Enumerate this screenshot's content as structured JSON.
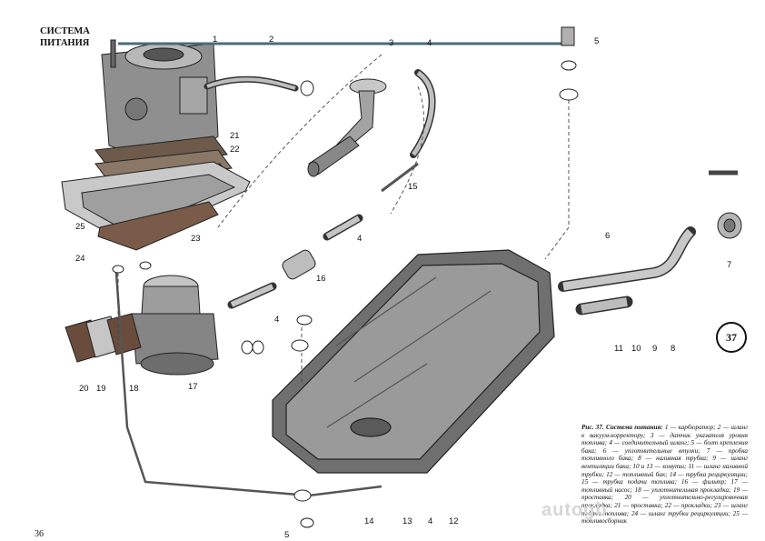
{
  "page": {
    "title_line1": "СИСТЕМА",
    "title_line2": "ПИТАНИЯ",
    "page_number": "36",
    "figure_badge": "37"
  },
  "caption": {
    "title": "Рис. 37. Система питания:",
    "body": "1 — карбюратор; 2 — шланг к вакуум-корректору; 3 — датчик указателя уровня топлива; 4 — соединительный шланг; 5 — болт крепления бака; 6 — уплотнительные втулки; 7 — пробка топливного бака; 8 — наливная трубка; 9 — шланг вентиляции бака; 10 и 13 — хомуты; 11 — шланг наливной трубки; 12 — топливный бак; 14 — трубка рециркуляции; 15 — трубка подачи топлива; 16 — фильтр; 17 — топливный насос; 18 — уплотнительная прокладка; 19 — проставка; 20 — уплотнительно-регулировочная прокладка; 21 — проставка; 22 — прокладки; 23 — шланг подачи топлива; 24 — шланг трубки рециркуляции; 25 — топливосборник"
  },
  "callouts": [
    "1",
    "2",
    "3",
    "4",
    "5",
    "6",
    "7",
    "8",
    "9",
    "10",
    "11",
    "12",
    "13",
    "14",
    "15",
    "16",
    "17",
    "18",
    "19",
    "20",
    "21",
    "22",
    "23",
    "24",
    "25"
  ],
  "callouts_repeated": {
    "n4b": "4",
    "n4c": "4",
    "n5b": "5"
  },
  "watermark": "autogb"
}
